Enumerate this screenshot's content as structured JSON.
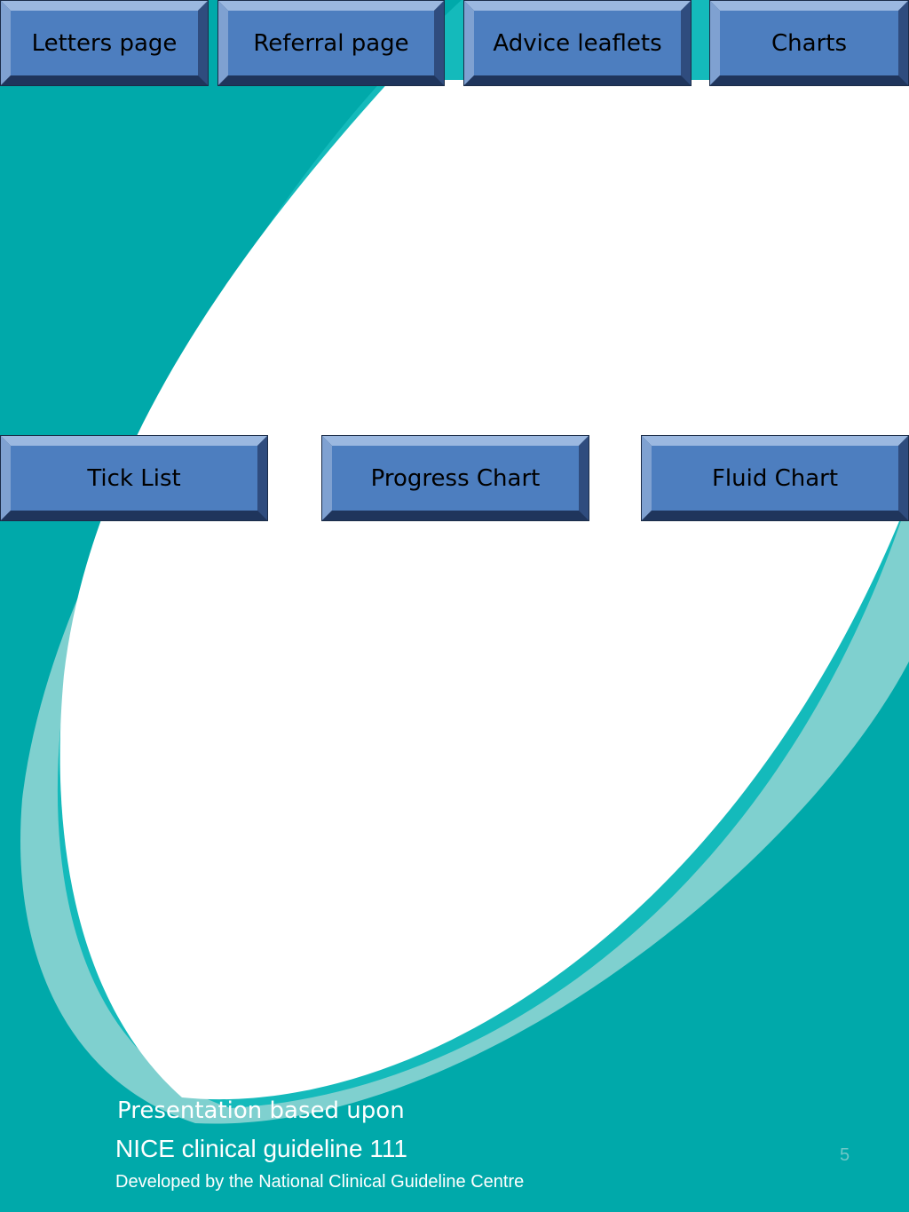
{
  "nav": {
    "top": [
      "Letters page",
      "Referral page",
      "Advice leaflets",
      "Charts"
    ],
    "bottom": [
      "Tick List",
      "Progress Chart",
      "Fluid Chart"
    ]
  },
  "footer": {
    "line1": "Presentation based upon",
    "line2": "NICE clinical guideline 111",
    "line3": "Developed by the National Clinical Guideline Centre"
  },
  "page_number": "5",
  "colors": {
    "background": "#00a9aa",
    "swoosh_light": "#7fd0cf",
    "swoosh_mid": "#14babb",
    "button_face": "#4d7ebf",
    "button_border": "#27406e",
    "footer_text": "#ffffff"
  }
}
